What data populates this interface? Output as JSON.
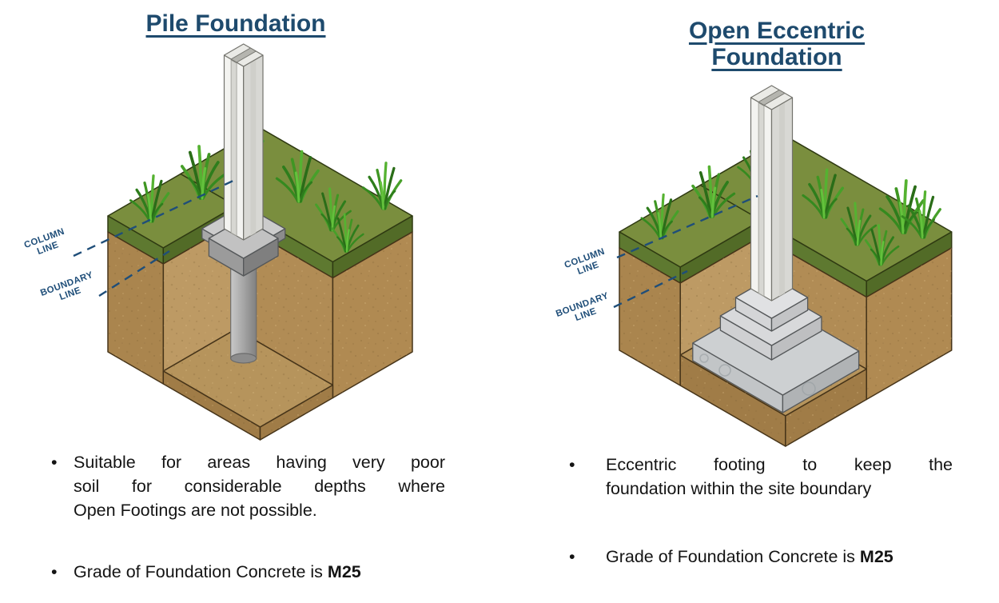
{
  "left_panel": {
    "title": "Pile Foundation",
    "labels": {
      "column": [
        "COLUMN",
        "LINE"
      ],
      "boundary": [
        "BOUNDARY",
        "LINE"
      ]
    },
    "bullets": {
      "glyph": "•",
      "b1_lines": [
        "Suitable for areas having very poor",
        "soil for considerable depths where",
        "Open Footings are not possible."
      ],
      "b2_text": "Grade of Foundation Concrete is ",
      "b2_bold": "M25"
    }
  },
  "right_panel": {
    "title_lines": [
      "Open Eccentric",
      "Foundation"
    ],
    "labels": {
      "column": [
        "COLUMN",
        "LINE"
      ],
      "boundary": [
        "BOUNDARY",
        "LINE"
      ]
    },
    "bullets": {
      "glyph": "•",
      "b1_lines": [
        "Eccentric footing to keep the",
        "foundation within the site boundary"
      ],
      "b2_text": "Grade of Foundation Concrete is ",
      "b2_bold": "M25"
    }
  },
  "colors": {
    "accent_navy": "#1f4e79",
    "title_navy": "#1e4a6d",
    "grass_top": "#7a8e3e",
    "grass_side_left": "#5e7930",
    "grass_side_right": "#526b27",
    "soil_outer_left": "#aa854e",
    "soil_outer_right": "#b08a52",
    "soil_inner_light": "#bd9a64",
    "soil_inner": "#b18c55",
    "soil_floor": "#b6945c",
    "soil_rim": "#a07c47",
    "concrete_slab": "#cdd0d2",
    "concrete_step": "#d8d9db",
    "pile_cap_grey": "#9b9b9b",
    "column_white": "#f3f3f0",
    "text_black": "#141414"
  }
}
